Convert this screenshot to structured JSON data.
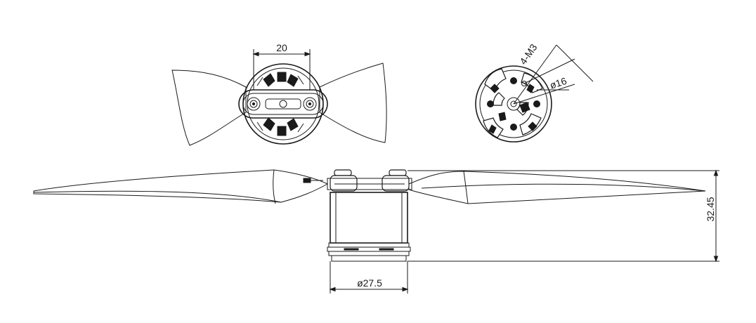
{
  "dimensions": {
    "mount_spacing": "20",
    "hole_spec": "4-M3",
    "hole_circle": "ø16",
    "height": "32.45",
    "motor_diameter": "ø27.5"
  },
  "colors": {
    "line": "#1a1a1a",
    "background": "#ffffff"
  }
}
